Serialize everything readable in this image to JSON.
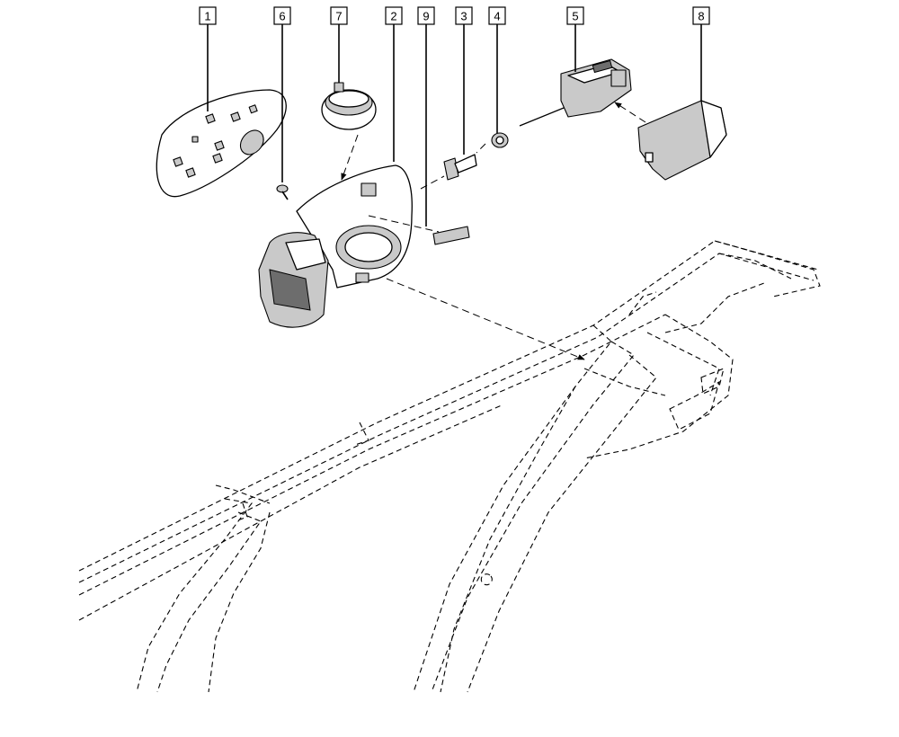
{
  "callouts": [
    {
      "id": "callout-1",
      "label": "1"
    },
    {
      "id": "callout-6",
      "label": "6"
    },
    {
      "id": "callout-7",
      "label": "7"
    },
    {
      "id": "callout-2",
      "label": "2"
    },
    {
      "id": "callout-9",
      "label": "9"
    },
    {
      "id": "callout-3",
      "label": "3"
    },
    {
      "id": "callout-4",
      "label": "4"
    },
    {
      "id": "callout-5",
      "label": "5"
    },
    {
      "id": "callout-8",
      "label": "8"
    }
  ],
  "colors": {
    "line": "#000000",
    "background": "#ffffff",
    "shade": "#c9c9c9",
    "dark": "#6d6d6d"
  }
}
